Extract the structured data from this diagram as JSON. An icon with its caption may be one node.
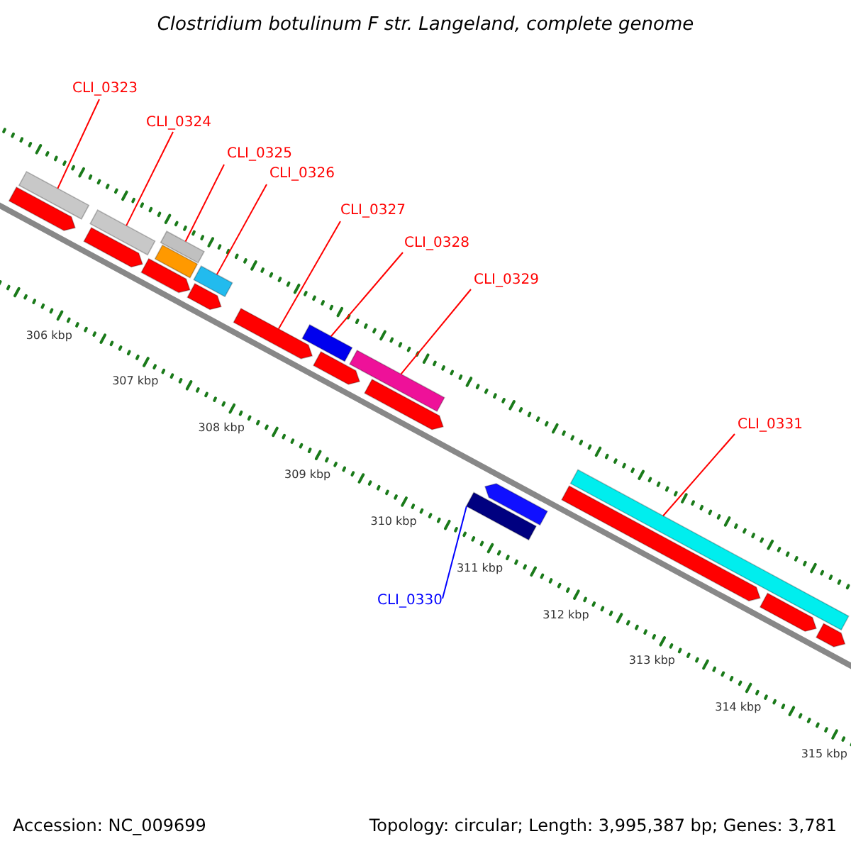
{
  "diagram": {
    "title": "Clostridium botulinum F str. Langeland, complete genome",
    "nodes": [
      {
        "text": [
          "CLI_0323"
        ]
      },
      {
        "text": [
          "CLI_0324"
        ]
      },
      {
        "text": [
          "CLI_0325"
        ]
      },
      {
        "text": [
          "CLI_0326"
        ]
      },
      {
        "text": [
          "CLI_0327"
        ]
      },
      {
        "text": [
          "CLI_0328"
        ]
      },
      {
        "text": [
          "CLI_0329"
        ]
      },
      {
        "text": [
          "CLI_0331"
        ]
      },
      {
        "text": [
          "CLI_0330"
        ]
      },
      {
        "text": [],
        "shape": "bar"
      },
      {
        "text": [],
        "shape": "bar"
      },
      {
        "text": [],
        "shape": "bar"
      },
      {
        "text": [],
        "shape": "bar"
      },
      {
        "text": [],
        "shape": "bar"
      },
      {
        "text": [],
        "shape": "bar"
      },
      {
        "text": [],
        "shape": "bar"
      },
      {
        "text": [],
        "shape": "bar"
      },
      {
        "text": [],
        "shape": "bar"
      },
      {
        "text": [],
        "shape": "bar"
      },
      {
        "text": [],
        "shape": "bar"
      },
      {
        "text": [],
        "shape": "bar"
      },
      {
        "text": [],
        "shape": "bar"
      },
      {
        "text": [],
        "shape": "bar"
      },
      {
        "text": [],
        "shape": "bar"
      },
      {
        "text": [],
        "shape": "bar"
      },
      {
        "text": [],
        "shape": "bar"
      },
      {
        "text": [],
        "shape": "bar"
      },
      {
        "text": [],
        "shape": "bar"
      },
      {
        "text": [],
        "shape": "bar"
      }
    ],
    "edges": [
      {
        "from": 0,
        "to": 9,
        "arrow": "none"
      },
      {
        "from": 1,
        "to": 10,
        "arrow": "none"
      },
      {
        "from": 2,
        "to": 11,
        "arrow": "none"
      },
      {
        "from": 3,
        "to": 12,
        "arrow": "none"
      },
      {
        "from": 4,
        "to": 13,
        "arrow": "none"
      },
      {
        "from": 5,
        "to": 14,
        "arrow": "none"
      },
      {
        "from": 6,
        "to": 15,
        "arrow": "none"
      },
      {
        "from": 7,
        "to": 16,
        "arrow": "none"
      },
      {
        "from": 8,
        "to": 17,
        "arrow": "none",
        "color": "#0000ff"
      }
    ],
    "labels": [
      "306 kbp",
      "307 kbp",
      "308 kbp",
      "309 kbp",
      "310 kbp",
      "311 kbp",
      "312 kbp",
      "313 kbp",
      "314 kbp",
      "315 kbp",
      "Accession: NC_009699",
      "Topology: circular; Length: 3,995,387 bp; Genes: 3,781"
    ]
  }
}
